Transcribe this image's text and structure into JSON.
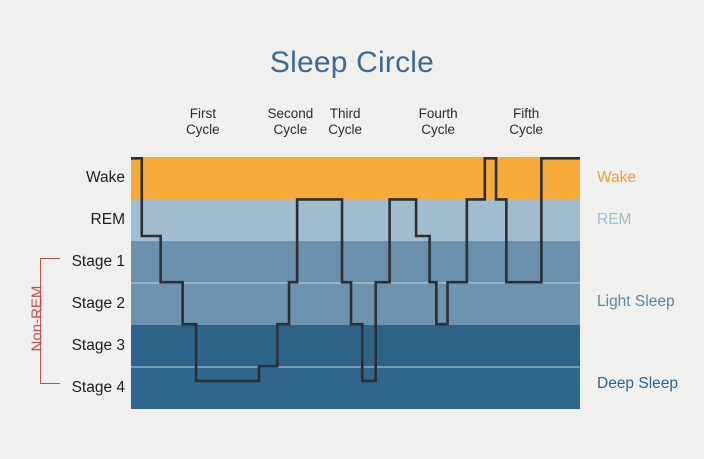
{
  "chart_data": {
    "type": "line",
    "title": "Sleep Circle",
    "xlabel": "",
    "ylabel": "",
    "grid": false,
    "legend_position": "right",
    "y_categories": [
      "Wake",
      "REM",
      "Stage 1",
      "Stage 2",
      "Stage 3",
      "Stage 4"
    ],
    "y_levels": {
      "Wake": 0,
      "REM": 1,
      "Stage 1": 2,
      "Stage 2": 3,
      "Stage 3": 4,
      "Stage 4": 5
    },
    "x_annotations": [
      {
        "label_line1": "First",
        "label_line2": "Cycle",
        "center_pct": 16.0
      },
      {
        "label_line1": "Second",
        "label_line2": "Cycle",
        "center_pct": 35.5
      },
      {
        "label_line1": "Third",
        "label_line2": "Cycle",
        "center_pct": 47.7
      },
      {
        "label_line1": "Fourth",
        "label_line2": "Cycle",
        "center_pct": 68.4
      },
      {
        "label_line1": "Fifth",
        "label_line2": "Cycle",
        "center_pct": 88.0
      }
    ],
    "bands": [
      {
        "name": "Wake",
        "level": 0,
        "color": "#f6ab38"
      },
      {
        "name": "REM",
        "level": 1,
        "color": "#a3bdd0"
      },
      {
        "name": "Stage 1",
        "level": 2,
        "color": "#6e92ad"
      },
      {
        "name": "Stage 2",
        "level": 3,
        "color": "#6e92ad"
      },
      {
        "name": "Stage 3",
        "level": 4,
        "color": "#2d6389"
      },
      {
        "name": "Stage 4",
        "level": 5,
        "color": "#2d6389"
      }
    ],
    "right_labels": [
      {
        "text": "Wake",
        "level": 0.0,
        "color": "#f0a030"
      },
      {
        "text": "REM",
        "level": 1.0,
        "color": "#a3bdd0"
      },
      {
        "text": "Light Sleep",
        "level": 2.95,
        "color": "#5a88a8"
      },
      {
        "text": "Deep Sleep",
        "level": 4.9,
        "color": "#2d6389"
      }
    ],
    "hypnogram_steps": [
      {
        "x_pct": 0.0,
        "level": 0.0
      },
      {
        "x_pct": 2.4,
        "level": 0.0
      },
      {
        "x_pct": 2.4,
        "level": 1.85
      },
      {
        "x_pct": 6.6,
        "level": 1.85
      },
      {
        "x_pct": 6.6,
        "level": 2.95
      },
      {
        "x_pct": 11.5,
        "level": 2.95
      },
      {
        "x_pct": 11.5,
        "level": 3.95
      },
      {
        "x_pct": 14.5,
        "level": 3.95
      },
      {
        "x_pct": 14.5,
        "level": 5.3
      },
      {
        "x_pct": 28.5,
        "level": 5.3
      },
      {
        "x_pct": 28.5,
        "level": 4.95
      },
      {
        "x_pct": 32.6,
        "level": 4.95
      },
      {
        "x_pct": 32.6,
        "level": 3.95
      },
      {
        "x_pct": 35.2,
        "level": 3.95
      },
      {
        "x_pct": 35.2,
        "level": 2.95
      },
      {
        "x_pct": 37.0,
        "level": 2.95
      },
      {
        "x_pct": 37.0,
        "level": 0.98
      },
      {
        "x_pct": 47.0,
        "level": 0.98
      },
      {
        "x_pct": 47.0,
        "level": 2.95
      },
      {
        "x_pct": 49.0,
        "level": 2.95
      },
      {
        "x_pct": 49.0,
        "level": 3.95
      },
      {
        "x_pct": 51.5,
        "level": 3.95
      },
      {
        "x_pct": 51.5,
        "level": 5.3
      },
      {
        "x_pct": 54.5,
        "level": 5.3
      },
      {
        "x_pct": 54.5,
        "level": 2.95
      },
      {
        "x_pct": 57.6,
        "level": 2.95
      },
      {
        "x_pct": 57.6,
        "level": 0.98
      },
      {
        "x_pct": 63.5,
        "level": 0.98
      },
      {
        "x_pct": 63.5,
        "level": 1.85
      },
      {
        "x_pct": 66.5,
        "level": 1.85
      },
      {
        "x_pct": 66.5,
        "level": 2.95
      },
      {
        "x_pct": 68.0,
        "level": 2.95
      },
      {
        "x_pct": 68.0,
        "level": 3.95
      },
      {
        "x_pct": 70.5,
        "level": 3.95
      },
      {
        "x_pct": 70.5,
        "level": 2.95
      },
      {
        "x_pct": 74.8,
        "level": 2.95
      },
      {
        "x_pct": 74.8,
        "level": 0.98
      },
      {
        "x_pct": 78.8,
        "level": 0.98
      },
      {
        "x_pct": 78.8,
        "level": 0.0
      },
      {
        "x_pct": 81.3,
        "level": 0.0
      },
      {
        "x_pct": 81.3,
        "level": 0.98
      },
      {
        "x_pct": 83.6,
        "level": 0.98
      },
      {
        "x_pct": 83.6,
        "level": 2.95
      },
      {
        "x_pct": 91.4,
        "level": 2.95
      },
      {
        "x_pct": 91.4,
        "level": 0.0
      },
      {
        "x_pct": 100.0,
        "level": 0.0
      }
    ],
    "line_color": "#2e2f33",
    "background_color": "#f0f0ee",
    "title_color": "#3a6a96",
    "nonrem_bracket": {
      "label": "Non-REM",
      "color": "#c0504d",
      "from_level": 2,
      "to_level": 5
    }
  }
}
